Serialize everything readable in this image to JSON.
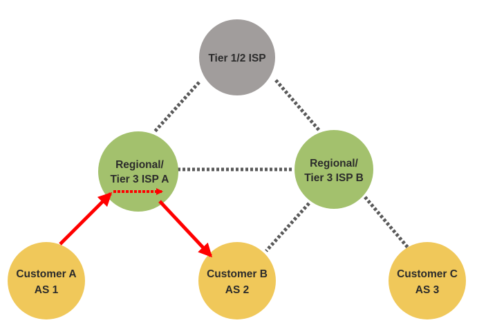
{
  "colors": {
    "tier12": "#a19d9c",
    "regional": "#a3c16d",
    "customer": "#f0c85a",
    "peering_line": "#595959",
    "route_arrow": "#ff0000"
  },
  "nodes": {
    "tier12": {
      "line1": "Tier 1/2 ISP"
    },
    "isp_a": {
      "line1": "Regional/",
      "line2": "Tier 3 ISP A"
    },
    "isp_b": {
      "line1": "Regional/",
      "line2": "Tier 3 ISP B"
    },
    "customer_a": {
      "line1": "Customer A",
      "line2": "AS 1"
    },
    "customer_b": {
      "line1": "Customer B",
      "line2": "AS 2"
    },
    "customer_c": {
      "line1": "Customer C",
      "line2": "AS 3"
    }
  },
  "links": [
    {
      "from": "tier12",
      "to": "isp_a",
      "style": "dotted"
    },
    {
      "from": "tier12",
      "to": "isp_b",
      "style": "dotted"
    },
    {
      "from": "isp_a",
      "to": "isp_b",
      "style": "dotted"
    },
    {
      "from": "isp_b",
      "to": "customer_b",
      "style": "dotted"
    },
    {
      "from": "isp_b",
      "to": "customer_c",
      "style": "dotted"
    },
    {
      "from": "customer_a",
      "to": "isp_a",
      "style": "arrow"
    },
    {
      "from": "isp_a",
      "to": "customer_b",
      "style": "arrow"
    },
    {
      "from": "isp_a",
      "to": "isp_a",
      "style": "dashed-arrow-internal"
    }
  ]
}
